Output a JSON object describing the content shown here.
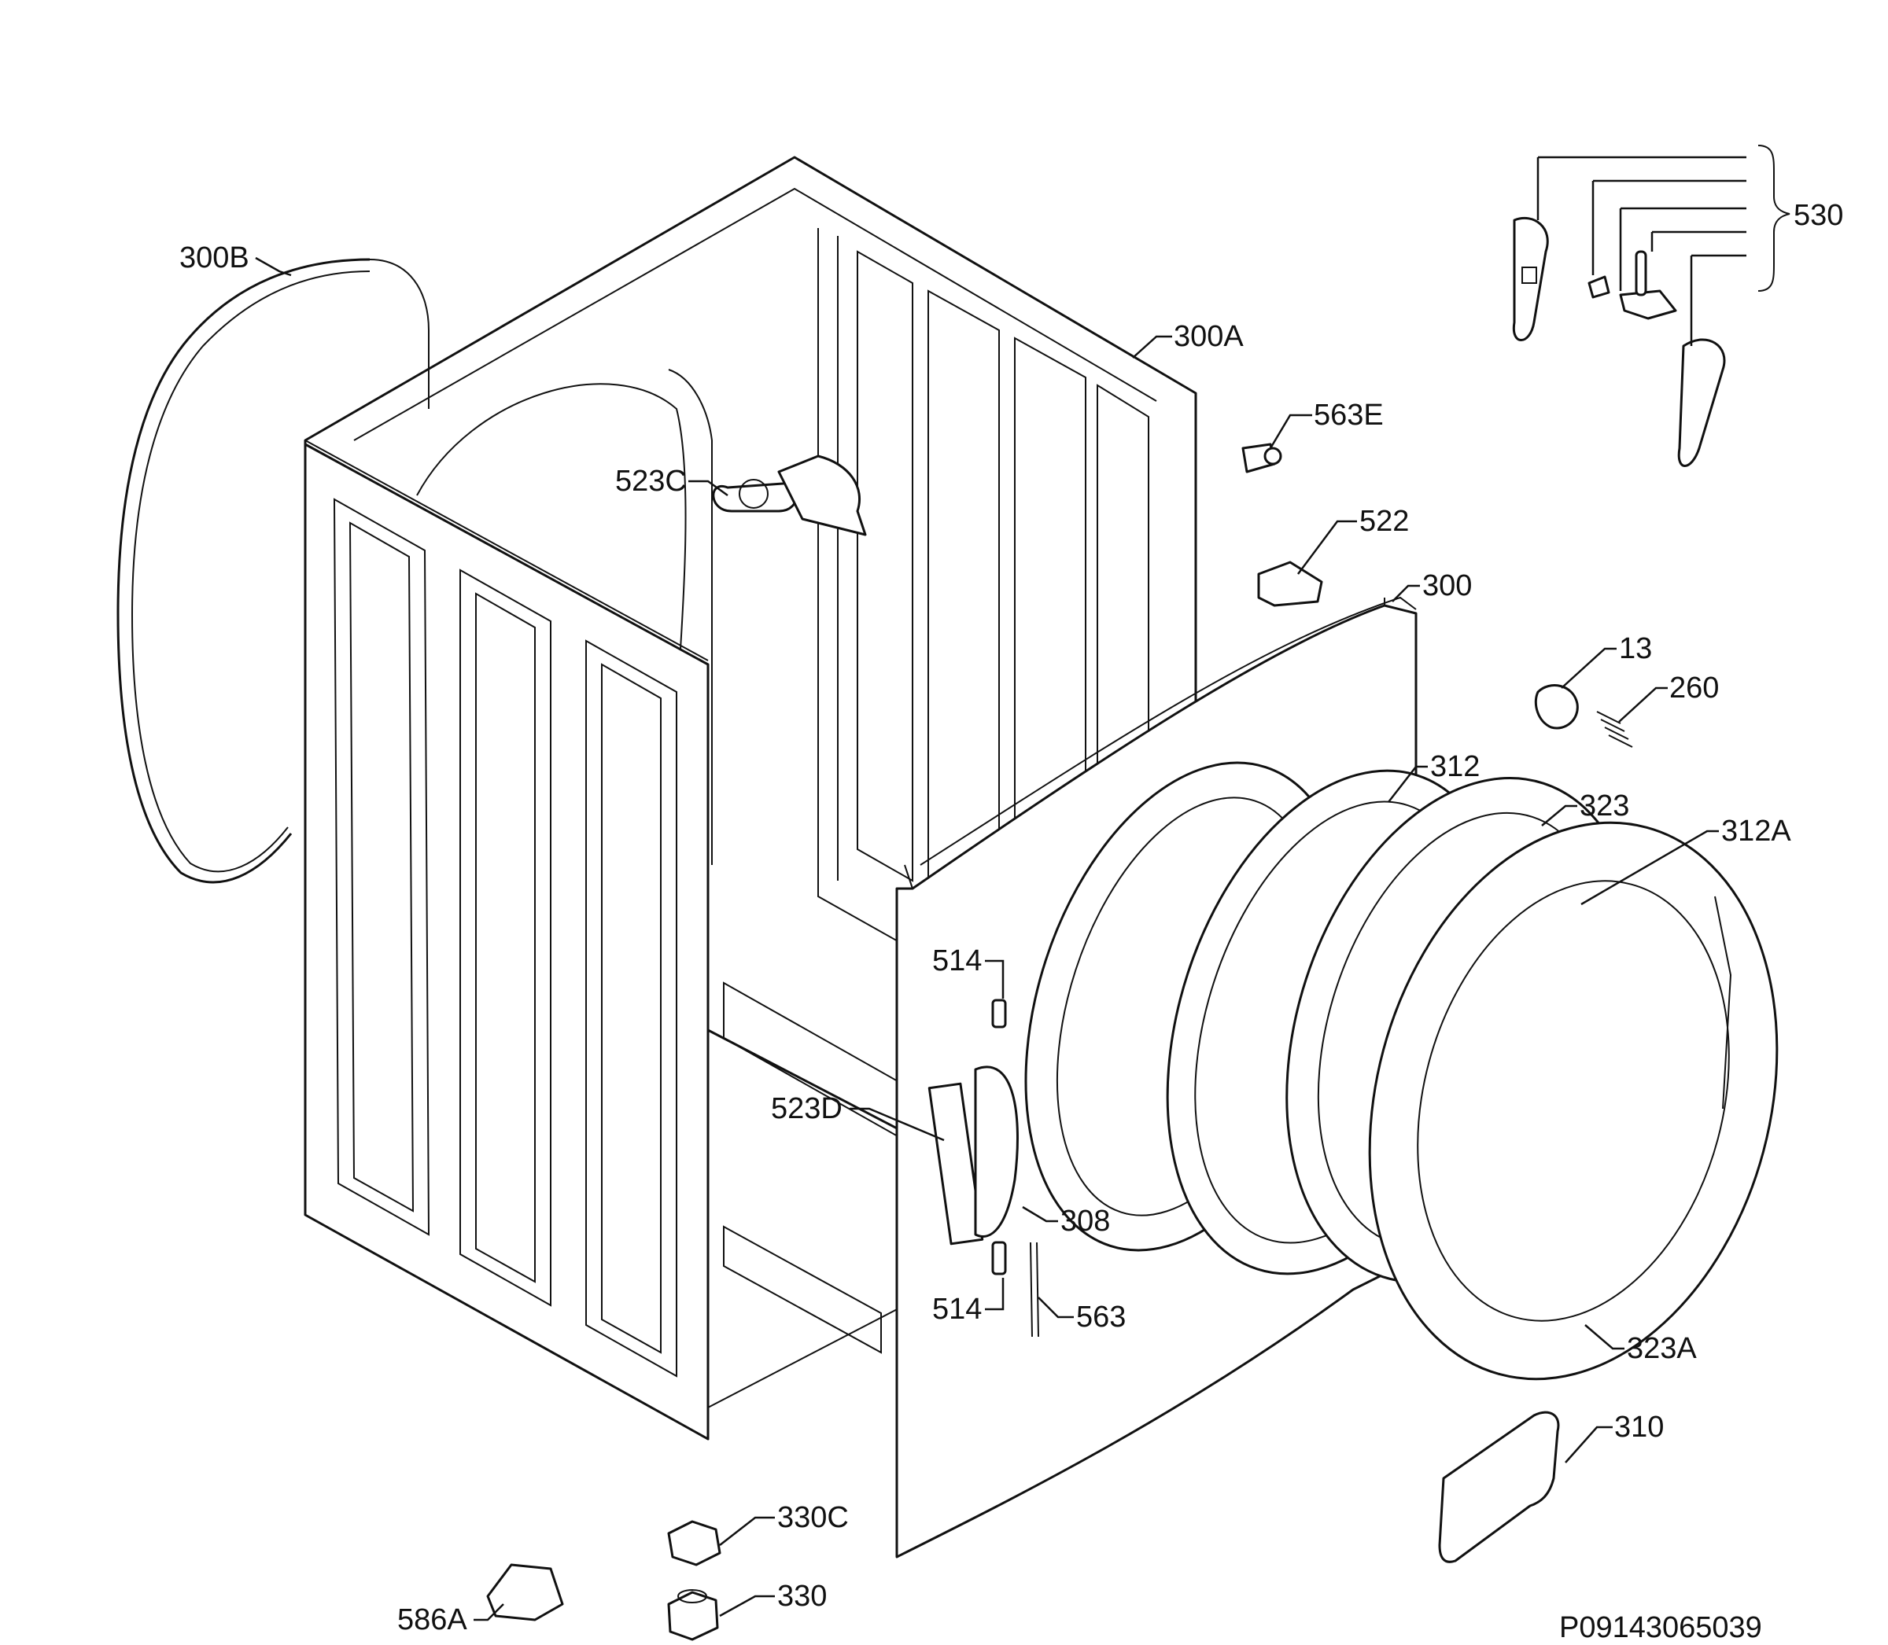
{
  "diagram": {
    "document_number": "P09143065039",
    "callouts": [
      {
        "id": "300B",
        "label": "300B"
      },
      {
        "id": "300A",
        "label": "300A"
      },
      {
        "id": "523C",
        "label": "523C"
      },
      {
        "id": "563E",
        "label": "563E"
      },
      {
        "id": "530",
        "label": "530"
      },
      {
        "id": "522",
        "label": "522"
      },
      {
        "id": "300",
        "label": "300"
      },
      {
        "id": "13",
        "label": "13"
      },
      {
        "id": "260",
        "label": "260"
      },
      {
        "id": "312",
        "label": "312"
      },
      {
        "id": "323",
        "label": "323"
      },
      {
        "id": "312A",
        "label": "312A"
      },
      {
        "id": "514a",
        "label": "514"
      },
      {
        "id": "523D",
        "label": "523D"
      },
      {
        "id": "308",
        "label": "308"
      },
      {
        "id": "514b",
        "label": "514"
      },
      {
        "id": "563",
        "label": "563"
      },
      {
        "id": "323A",
        "label": "323A"
      },
      {
        "id": "310",
        "label": "310"
      },
      {
        "id": "330C",
        "label": "330C"
      },
      {
        "id": "330",
        "label": "330"
      },
      {
        "id": "586A",
        "label": "586A"
      }
    ]
  }
}
